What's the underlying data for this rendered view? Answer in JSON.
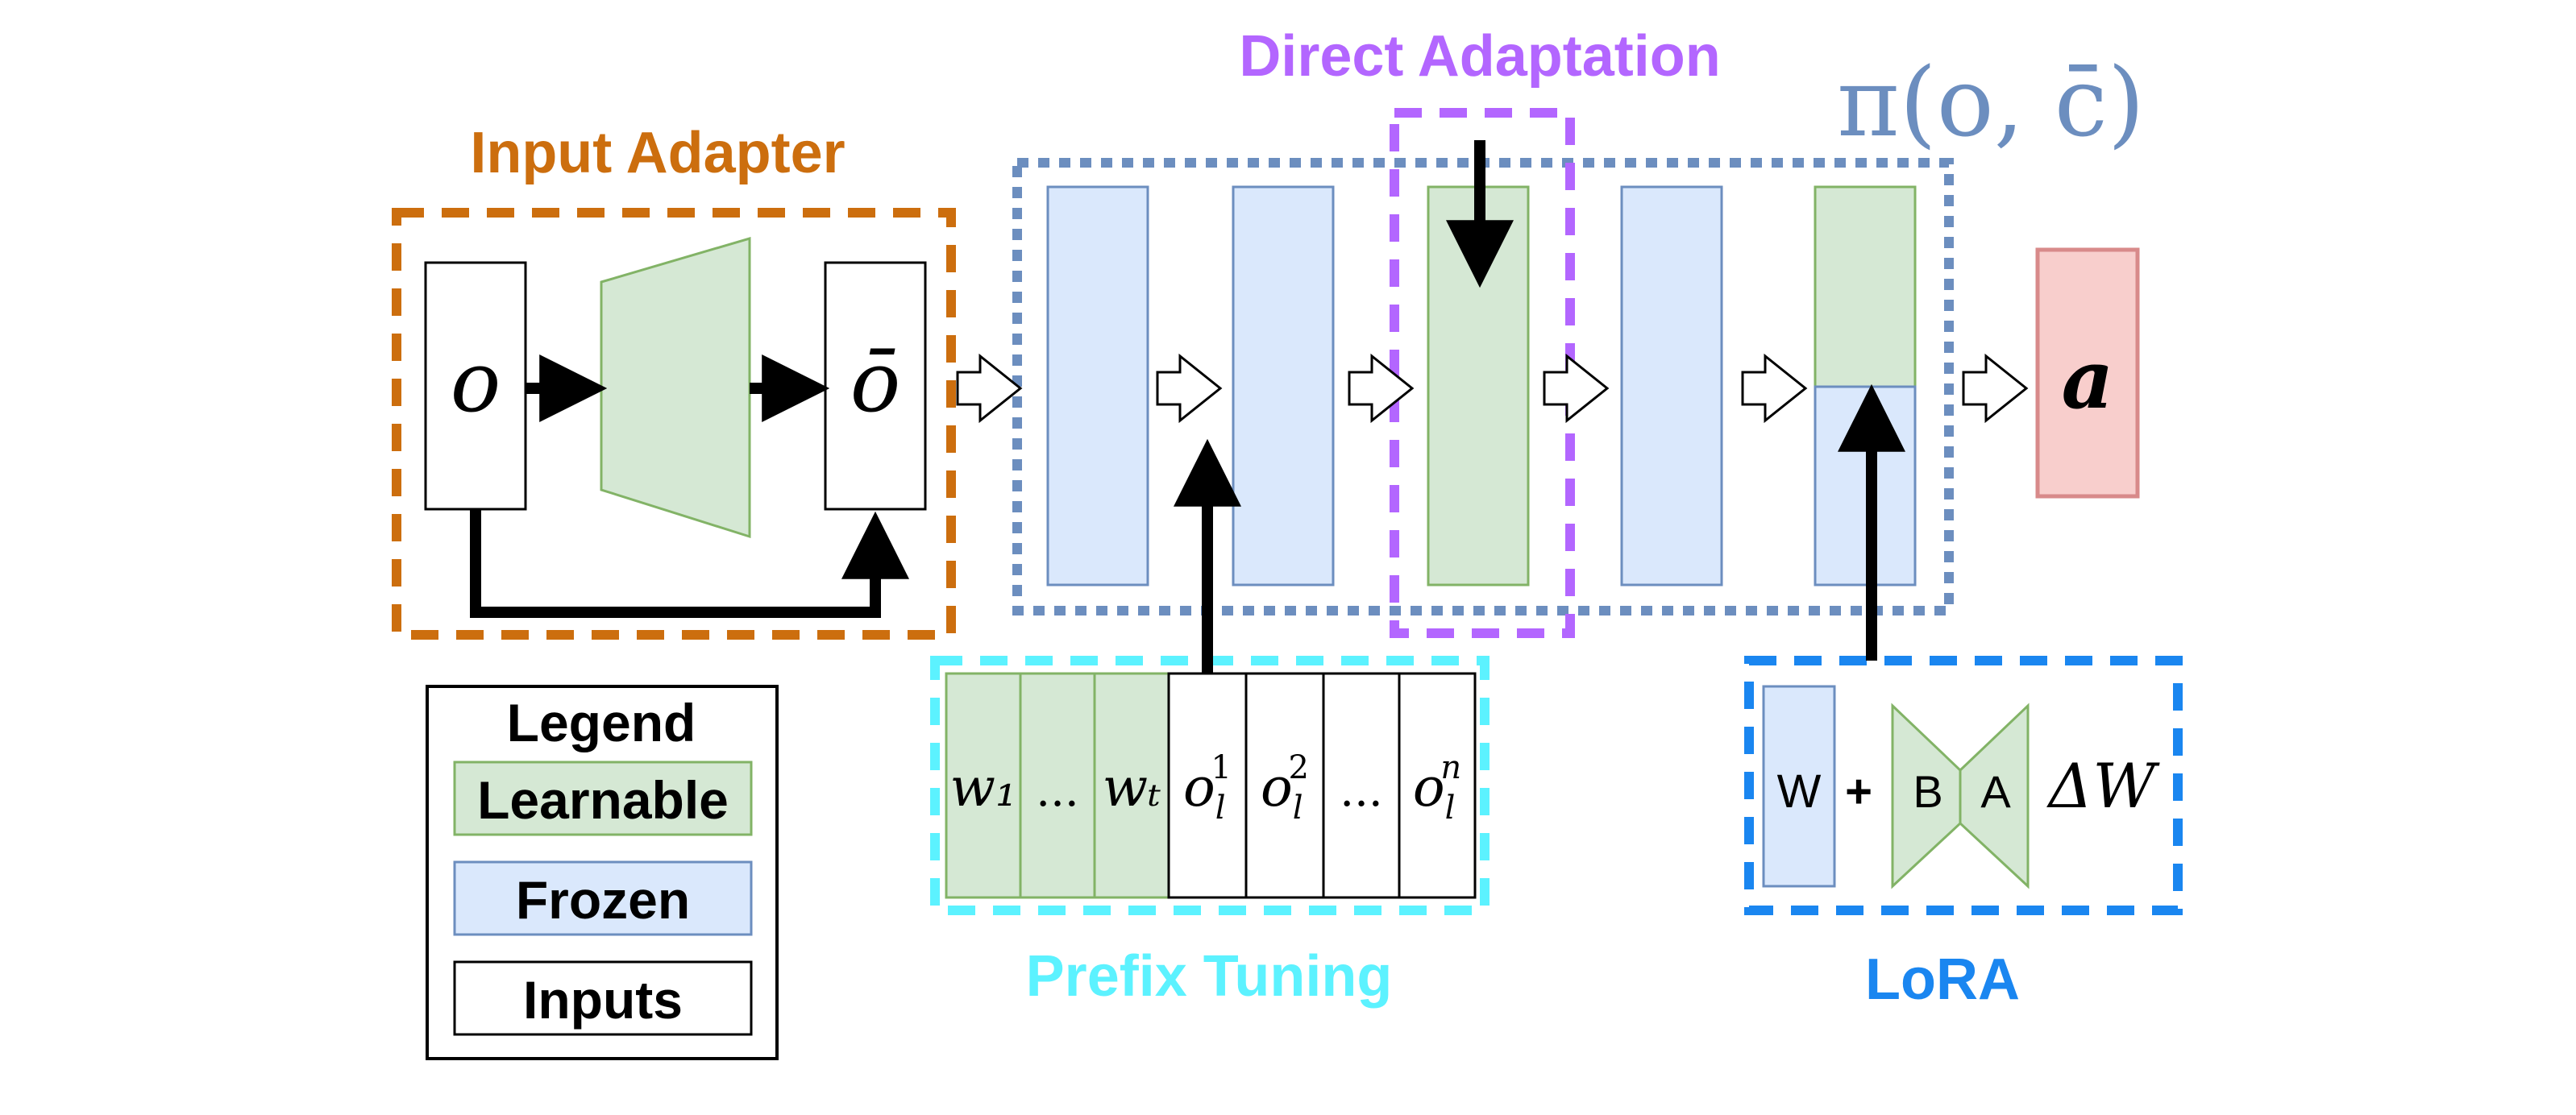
{
  "labels": {
    "input_adapter": "Input Adapter",
    "direct_adaptation": "Direct Adaptation",
    "prefix_tuning": "Prefix Tuning",
    "lora": "LoRA",
    "policy": "π(o, c̄)"
  },
  "legend": {
    "title": "Legend",
    "learnable": "Learnable",
    "frozen": "Frozen",
    "inputs": "Inputs"
  },
  "input_adapter": {
    "input_symbol": "o",
    "output_symbol": "ō"
  },
  "output_symbol": "a",
  "prefix_tokens": {
    "learnable": [
      "w₁",
      "...",
      "wₜ"
    ],
    "inputs": [
      "o",
      "o",
      "...",
      "o"
    ],
    "input_subscripts": [
      "l",
      "l",
      "",
      "l"
    ],
    "input_superscripts": [
      "1",
      "2",
      "",
      "n"
    ]
  },
  "lora": {
    "weight": "W",
    "plus": "+",
    "b": "B",
    "a": "A",
    "delta": "ΔW"
  },
  "colors": {
    "learnable_fill": "#d5e8d4",
    "learnable_stroke": "#82b366",
    "frozen_fill": "#dae8fc",
    "frozen_stroke": "#6c8ebf",
    "output_fill": "#f8cecc",
    "output_stroke": "#d88a8a",
    "input_adapter": "#cc6e0e",
    "direct_adaptation": "#b366ff",
    "prefix_tuning": "#5cf2ff",
    "lora": "#1a86f0",
    "policy_box": "#6c8ebf"
  }
}
